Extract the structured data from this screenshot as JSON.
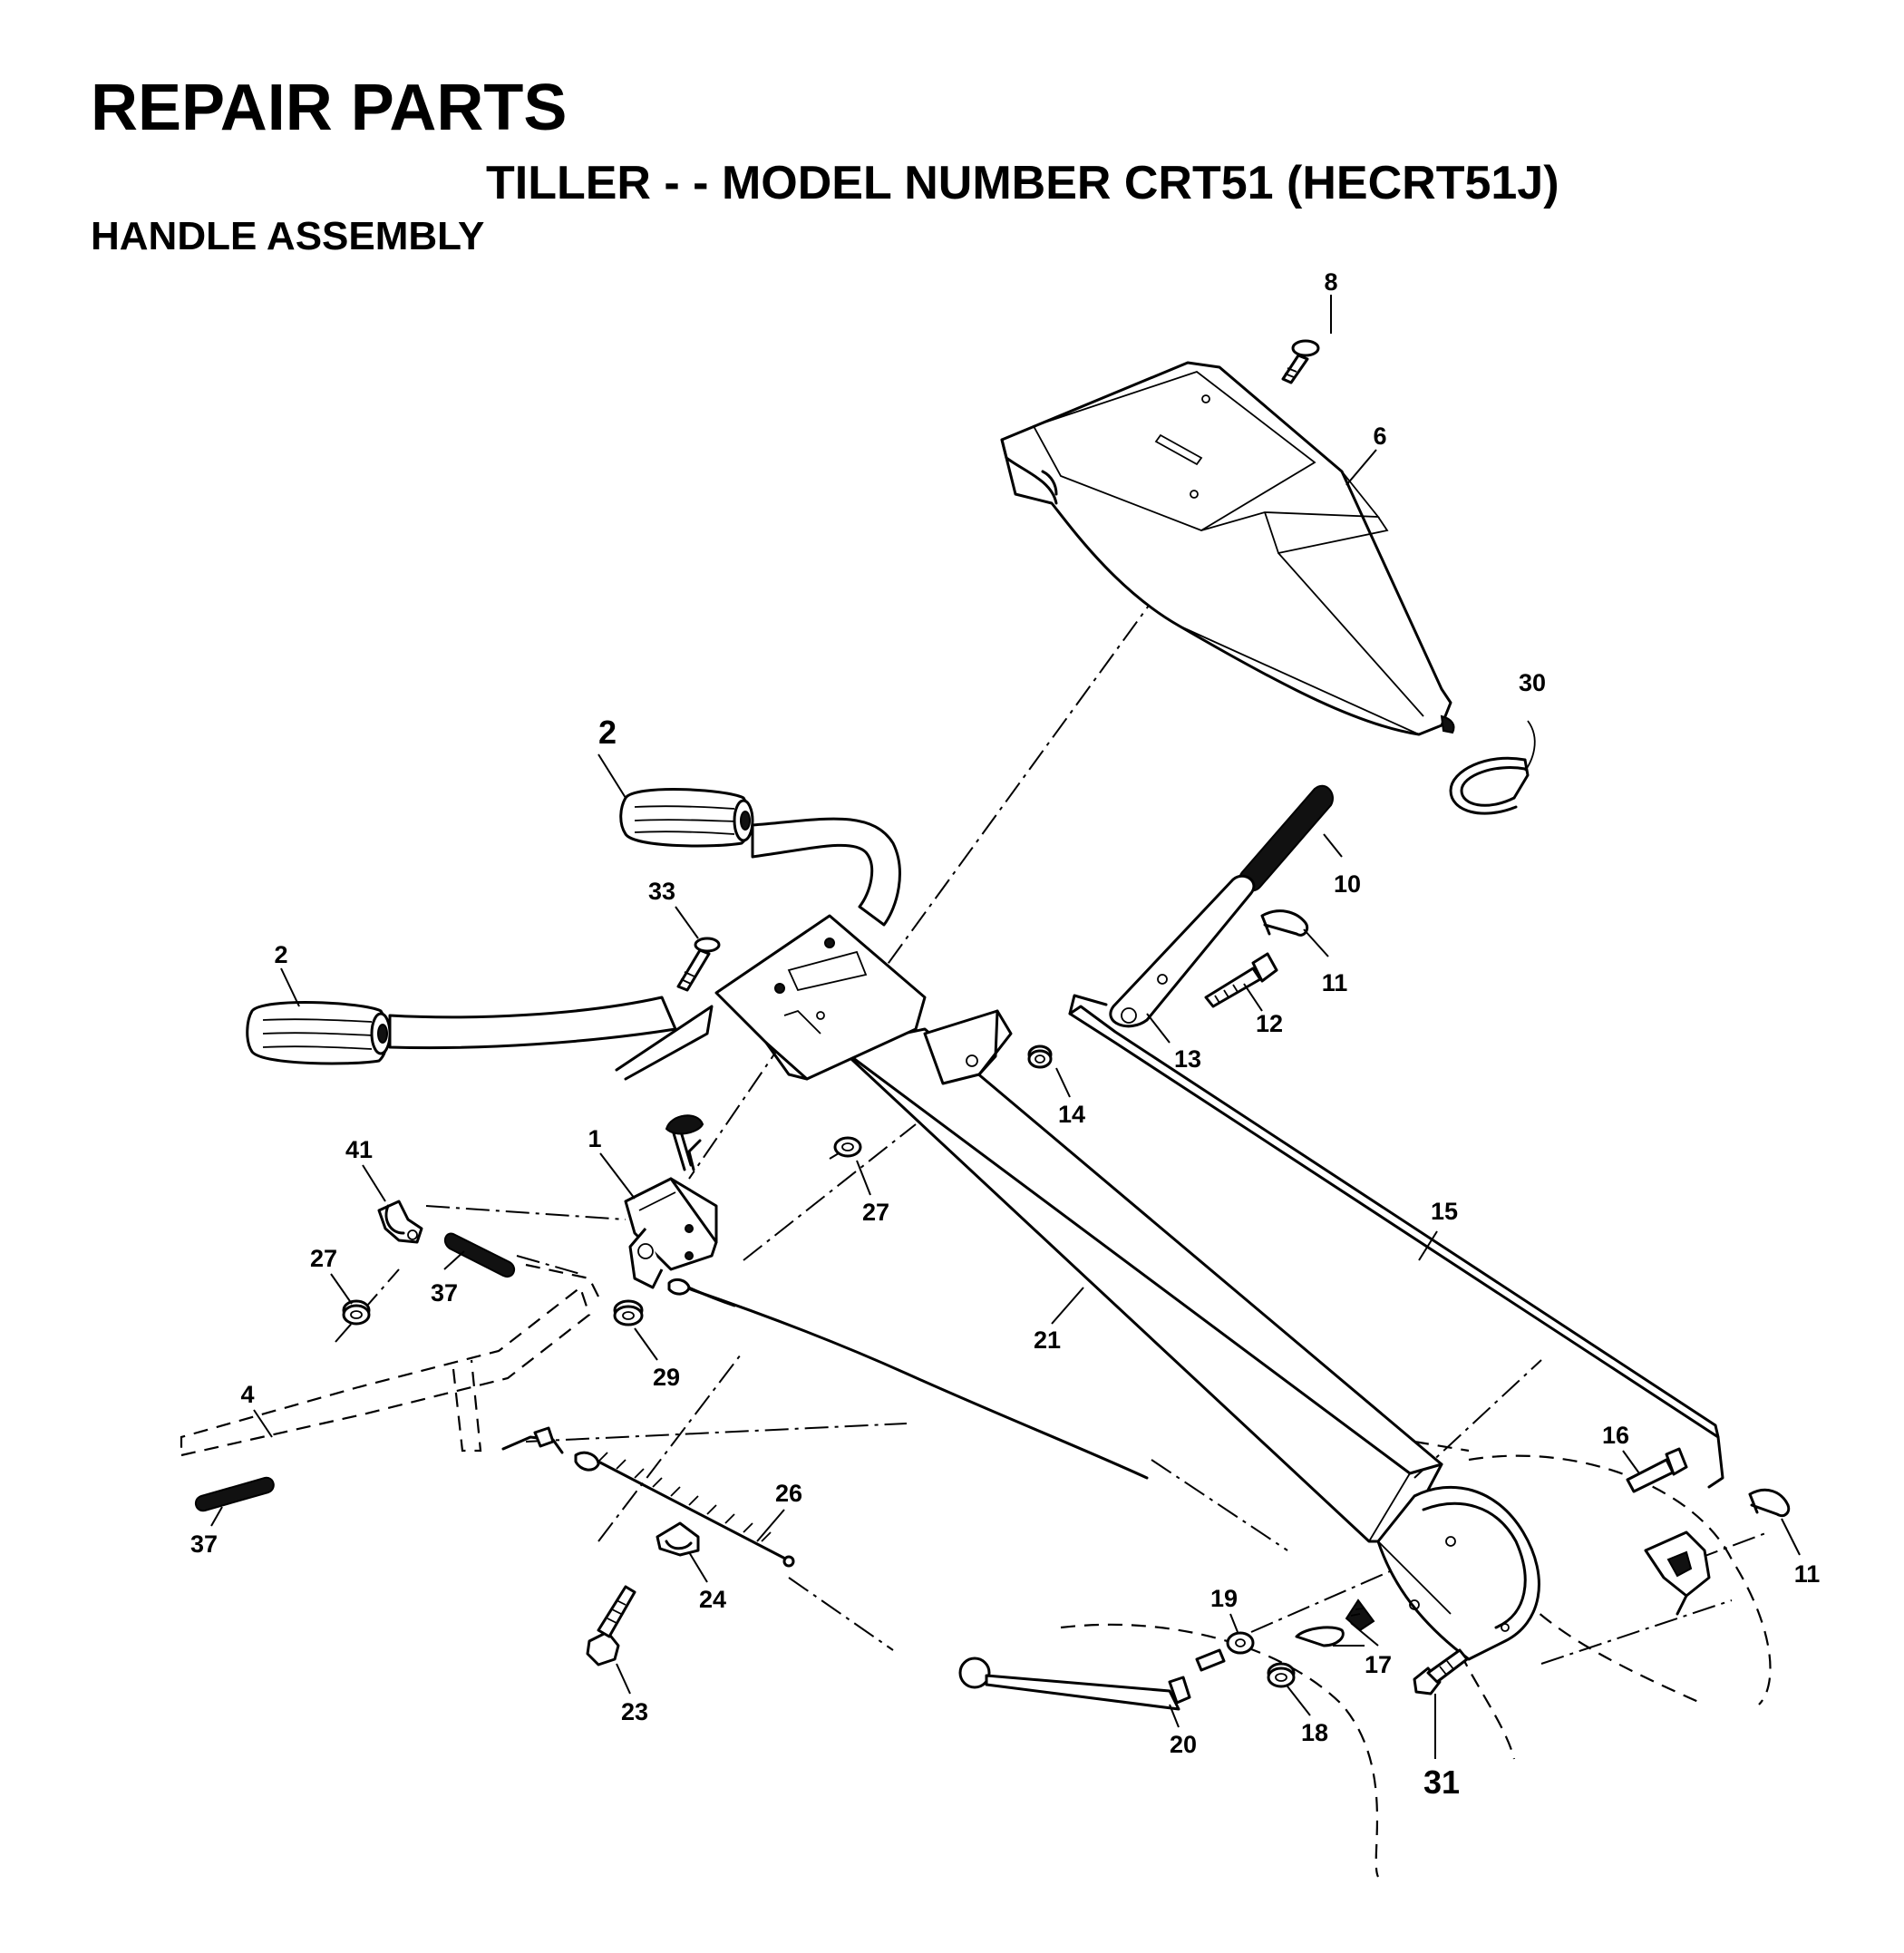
{
  "header": {
    "title": "REPAIR PARTS",
    "subtitle": "TILLER - - MODEL NUMBER CRT51 (HECRT51J)",
    "section": "HANDLE ASSEMBLY"
  },
  "callouts": {
    "c8": "8",
    "c6": "6",
    "c30": "30",
    "c2a": "2",
    "c2b": "2",
    "c10": "10",
    "c33": "33",
    "c11a": "11",
    "c12": "12",
    "c13": "13",
    "c14": "14",
    "c1": "1",
    "c41": "41",
    "c27a": "27",
    "c27b": "27",
    "c37a": "37",
    "c15": "15",
    "c29": "29",
    "c21": "21",
    "c4": "4",
    "c16": "16",
    "c26": "26",
    "c37b": "37",
    "c11b": "11",
    "c24": "24",
    "c19": "19",
    "c17": "17",
    "c23": "23",
    "c18": "18",
    "c20": "20",
    "c31": "31"
  }
}
